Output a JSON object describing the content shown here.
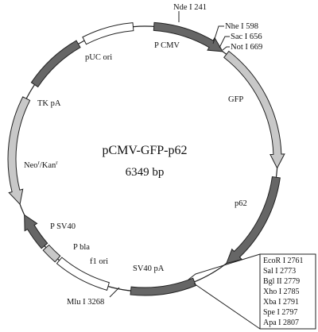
{
  "plasmid": {
    "name": "pCMV-GFP-p62",
    "size": "6349 bp"
  },
  "features": [
    {
      "id": "pcmv",
      "label": "P CMV",
      "fill": "#666666",
      "direction": "cw"
    },
    {
      "id": "gfp",
      "label": "GFP",
      "fill": "#c8c8c8",
      "direction": "cw"
    },
    {
      "id": "p62",
      "label": "p62",
      "fill": "#666666",
      "direction": "cw"
    },
    {
      "id": "sv40pa",
      "label": "SV40 pA",
      "fill": "#666666",
      "direction": "none"
    },
    {
      "id": "f1ori",
      "label": "f1 ori",
      "fill": "#ffffff",
      "direction": "none"
    },
    {
      "id": "pbla",
      "label": "P bla",
      "fill": "#c8c8c8",
      "direction": "none"
    },
    {
      "id": "psv40",
      "label": "P SV40",
      "fill": "#666666",
      "direction": "cw"
    },
    {
      "id": "neo",
      "label": "Neo",
      "sup1": "r",
      "slash": "/Kan",
      "sup2": "r",
      "fill": "#c8c8c8",
      "direction": "ccw"
    },
    {
      "id": "tkpa",
      "label": "TK pA",
      "fill": "#666666",
      "direction": "none"
    },
    {
      "id": "puc",
      "label": "pUC ori",
      "fill": "#ffffff",
      "direction": "none"
    }
  ],
  "sites": [
    {
      "id": "nde",
      "label": "Nde I 241"
    },
    {
      "id": "nhe",
      "label": "Nhe I 598"
    },
    {
      "id": "sac",
      "label": "Sac I 656"
    },
    {
      "id": "not",
      "label": "Not I 669"
    },
    {
      "id": "mlu",
      "label": "Mlu I 3268"
    }
  ],
  "mcs_box": [
    "EcoR I 2761",
    "Sal I 2773",
    "Bgl II 2779",
    "Xho I 2785",
    "Xba I 2791",
    "Spe I 2797",
    "Apa I 2807"
  ],
  "colors": {
    "dark": "#666666",
    "light": "#c8c8c8",
    "white": "#ffffff",
    "outline": "#222222"
  }
}
